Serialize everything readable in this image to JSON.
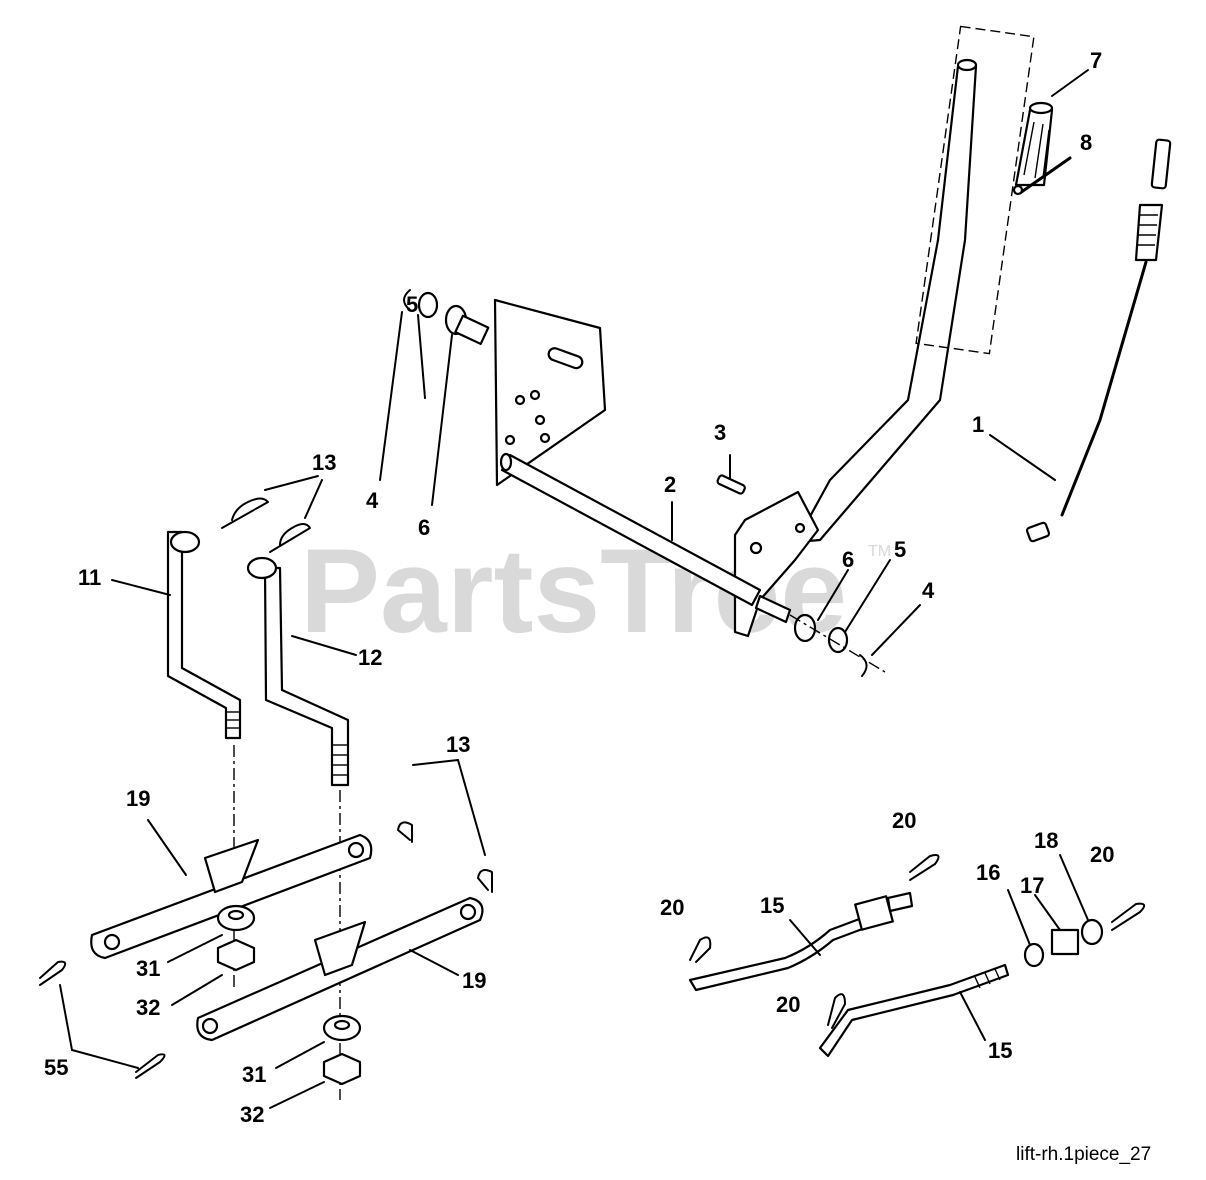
{
  "watermark": {
    "text": "PartsTree",
    "trademark": "TM"
  },
  "caption": "lift-rh.1piece_27",
  "callouts": [
    "1",
    "2",
    "3",
    "4",
    "5",
    "6",
    "4",
    "5",
    "6",
    "7",
    "8",
    "11",
    "12",
    "13",
    "13",
    "15",
    "15",
    "16",
    "17",
    "18",
    "19",
    "19",
    "20",
    "20",
    "20",
    "20",
    "31",
    "32",
    "31",
    "32",
    "55"
  ]
}
